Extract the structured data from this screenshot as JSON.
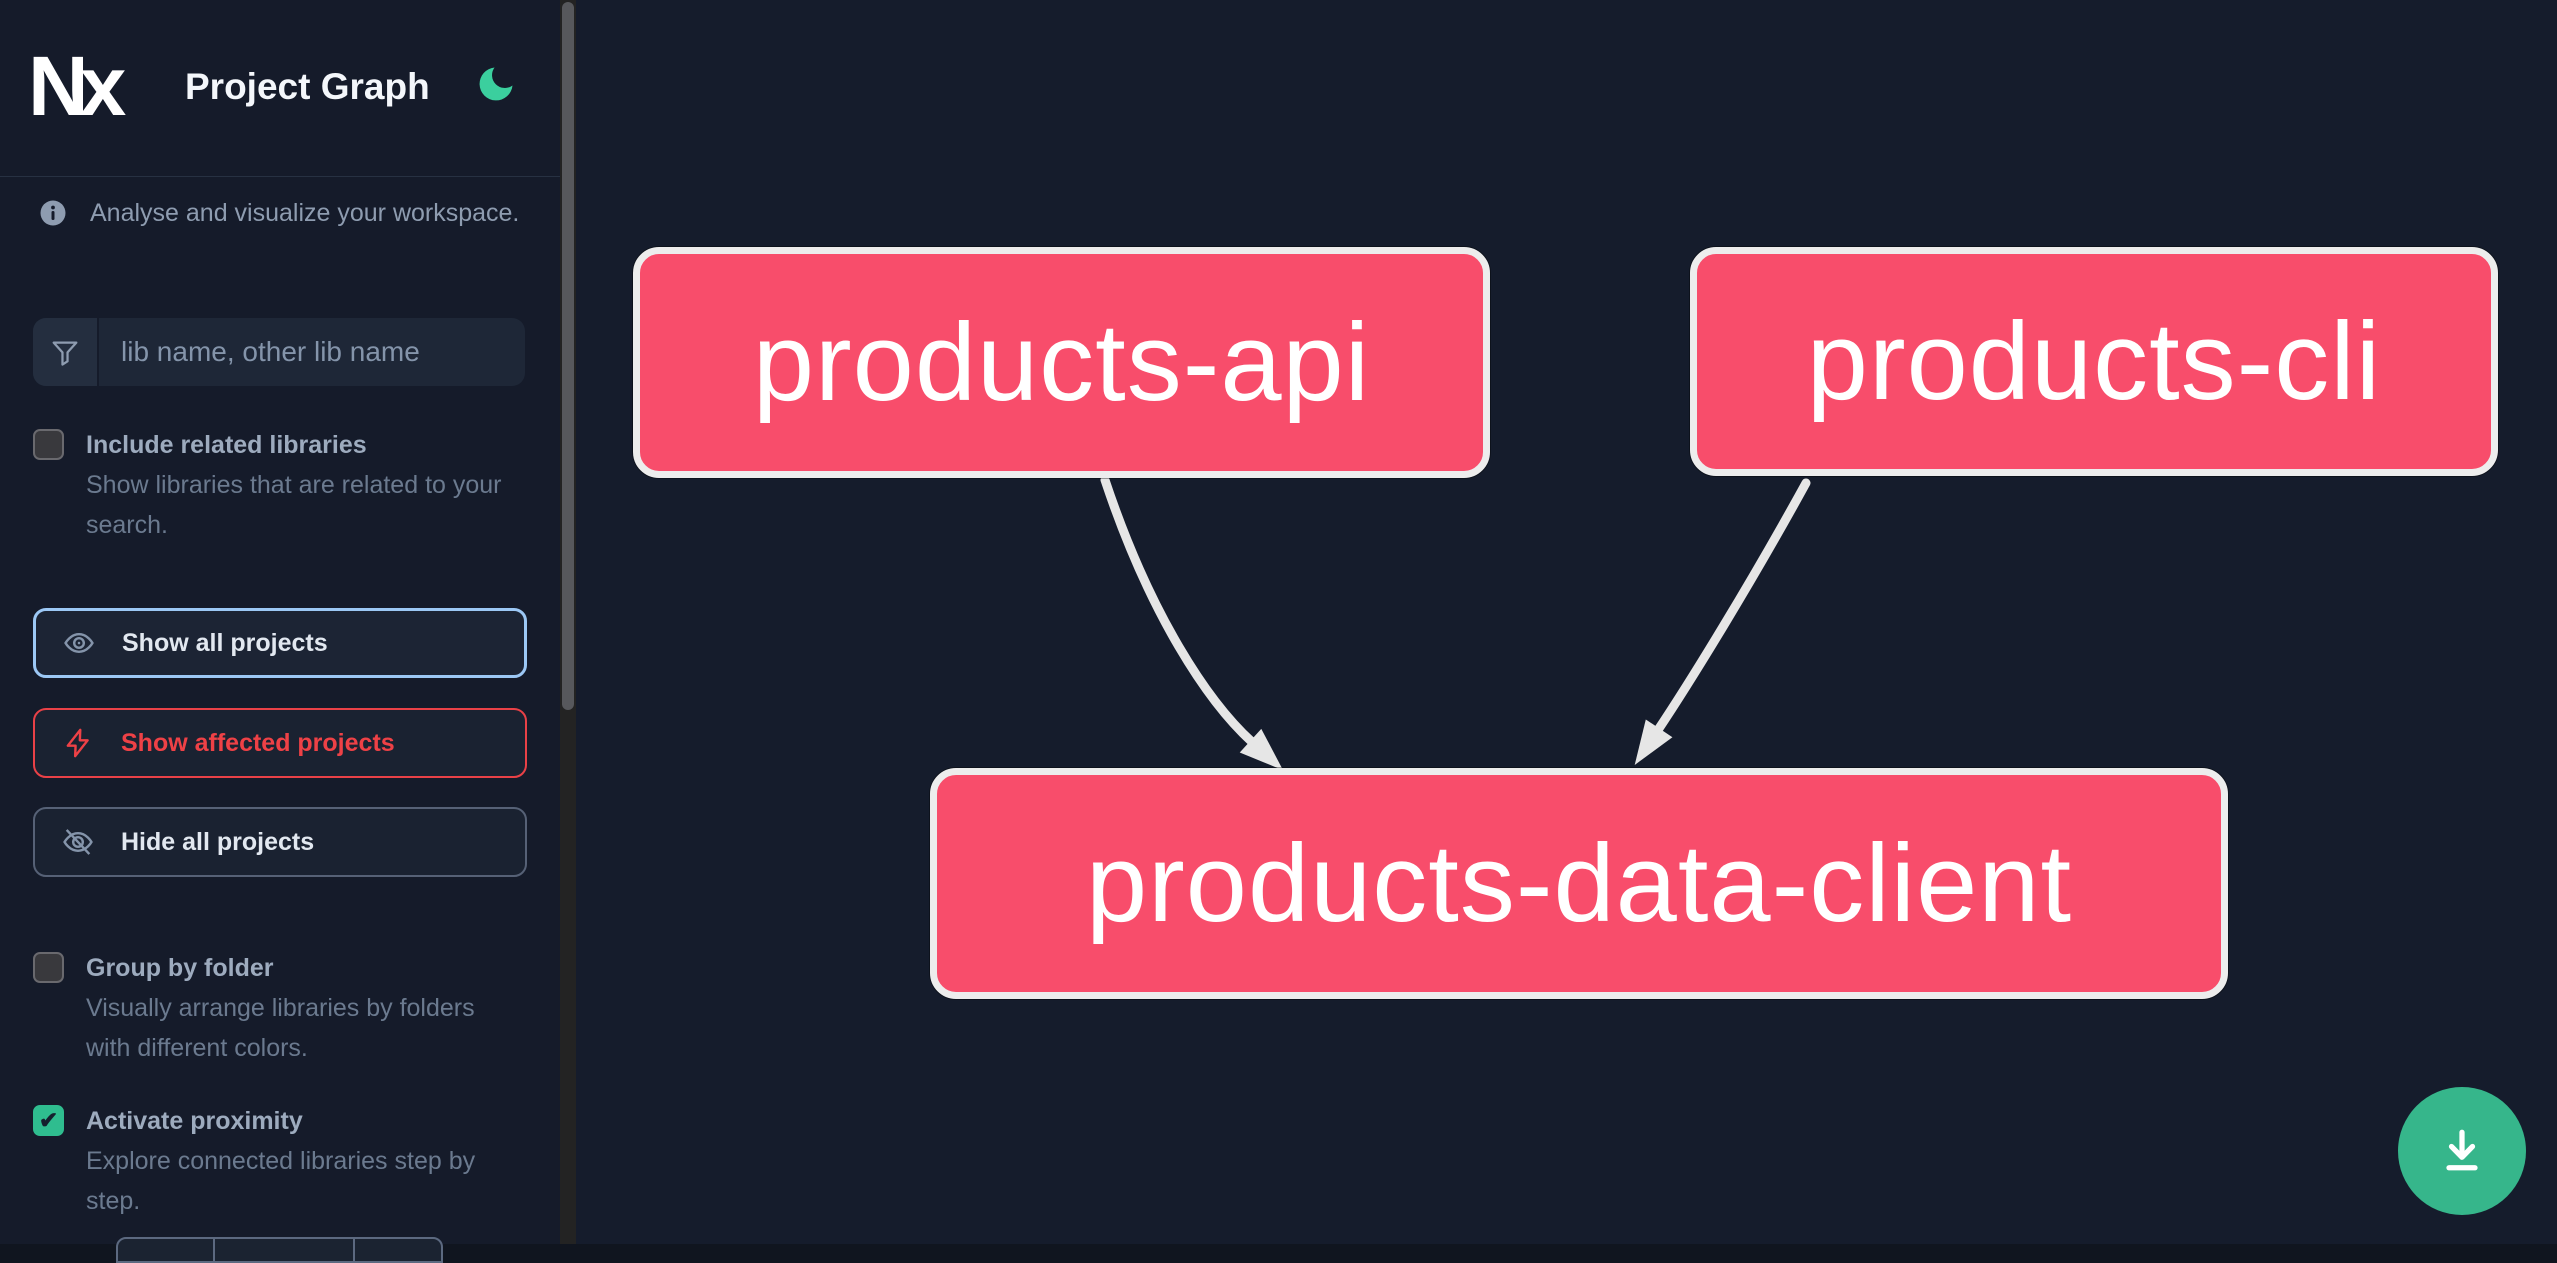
{
  "app": {
    "logo_text": "Nx",
    "title": "Project Graph"
  },
  "sidebar": {
    "tagline": "Analyse and visualize your workspace.",
    "search": {
      "placeholder": "lib name, other lib name",
      "value": ""
    },
    "options": [
      {
        "label": "Include related libraries",
        "description": "Show libraries that are related to your search.",
        "checked": false
      },
      {
        "label": "Group by folder",
        "description": "Visually arrange libraries by folders with different colors.",
        "checked": false
      },
      {
        "label": "Activate proximity",
        "description": "Explore connected libraries step by step.",
        "checked": true
      }
    ],
    "actions": [
      {
        "label": "Show all projects",
        "icon": "eye-icon",
        "state": "active"
      },
      {
        "label": "Show affected projects",
        "icon": "bolt-icon",
        "state": "affected"
      },
      {
        "label": "Hide all projects",
        "icon": "eye-slash-icon",
        "state": "default"
      }
    ],
    "check_glyph": "✔"
  },
  "graph": {
    "nodes": [
      {
        "id": "products-api"
      },
      {
        "id": "products-cli"
      },
      {
        "id": "products-data-client"
      }
    ],
    "edges": [
      {
        "from": "products-api",
        "to": "products-data-client"
      },
      {
        "from": "products-cli",
        "to": "products-data-client"
      }
    ]
  },
  "colors": {
    "node_fill": "#f84d6b",
    "node_border": "#ededed",
    "edge": "#e6e6e6",
    "accent_teal": "#36b68b",
    "moon_teal": "#3bcf9e",
    "active_button_border": "#9cc8f5",
    "affected_red": "#ee4146",
    "background": "#151c2c"
  }
}
